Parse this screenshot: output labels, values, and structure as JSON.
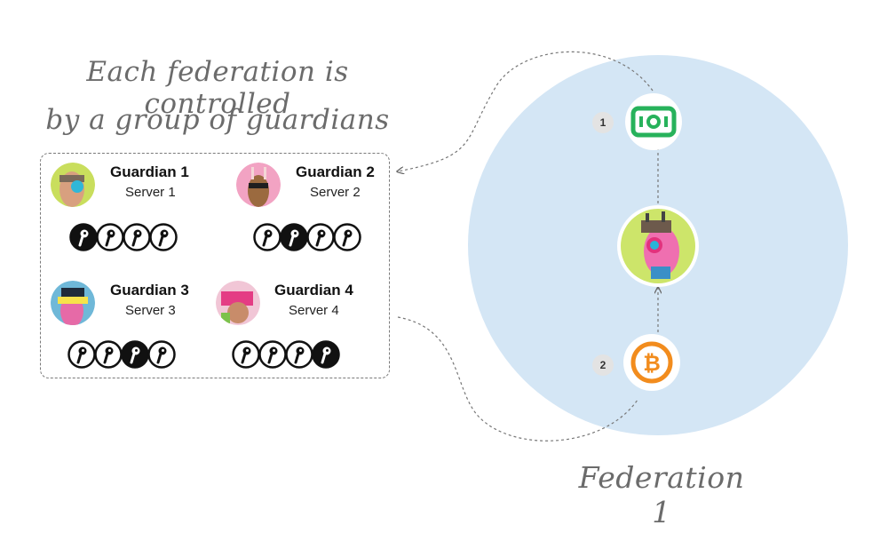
{
  "heading": {
    "line1": "Each federation is controlled",
    "line2": "by a group of guardians"
  },
  "federation": {
    "label": "Federation 1",
    "steps": [
      {
        "number": "1",
        "icon": "cash-icon",
        "color": "#27b25b"
      },
      {
        "number": "2",
        "icon": "bitcoin-icon",
        "color": "#f28c1d"
      }
    ],
    "circle_color": "#d4e6f5"
  },
  "guardians": [
    {
      "name": "Guardian 1",
      "server": "Server 1",
      "key_filled": 0
    },
    {
      "name": "Guardian 2",
      "server": "Server 2",
      "key_filled": 1
    },
    {
      "name": "Guardian 3",
      "server": "Server 3",
      "key_filled": 2
    },
    {
      "name": "Guardian 4",
      "server": "Server 4",
      "key_filled": 3
    }
  ]
}
